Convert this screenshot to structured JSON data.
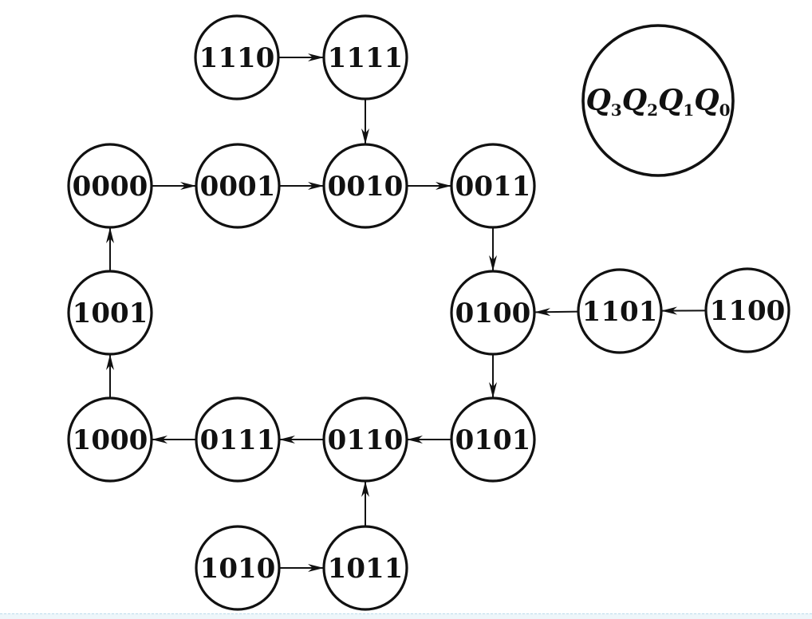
{
  "diagram": {
    "title": "",
    "legend": {
      "variables": [
        {
          "name": "Q",
          "sub": "3"
        },
        {
          "name": "Q",
          "sub": "2"
        },
        {
          "name": "Q",
          "sub": "1"
        },
        {
          "name": "Q",
          "sub": "0"
        }
      ]
    },
    "states": [
      "0000",
      "0001",
      "0010",
      "0011",
      "0100",
      "0101",
      "0110",
      "0111",
      "1000",
      "1001",
      "1010",
      "1011",
      "1100",
      "1101",
      "1110",
      "1111"
    ],
    "transitions": [
      {
        "from": "0000",
        "to": "0001"
      },
      {
        "from": "0001",
        "to": "0010"
      },
      {
        "from": "0010",
        "to": "0011"
      },
      {
        "from": "0011",
        "to": "0100"
      },
      {
        "from": "0100",
        "to": "0101"
      },
      {
        "from": "0101",
        "to": "0110"
      },
      {
        "from": "0110",
        "to": "0111"
      },
      {
        "from": "0111",
        "to": "1000"
      },
      {
        "from": "1000",
        "to": "1001"
      },
      {
        "from": "1001",
        "to": "0000"
      },
      {
        "from": "1110",
        "to": "1111"
      },
      {
        "from": "1111",
        "to": "0010"
      },
      {
        "from": "1100",
        "to": "1101"
      },
      {
        "from": "1101",
        "to": "0100"
      },
      {
        "from": "1010",
        "to": "1011"
      },
      {
        "from": "1011",
        "to": "0110"
      }
    ]
  }
}
